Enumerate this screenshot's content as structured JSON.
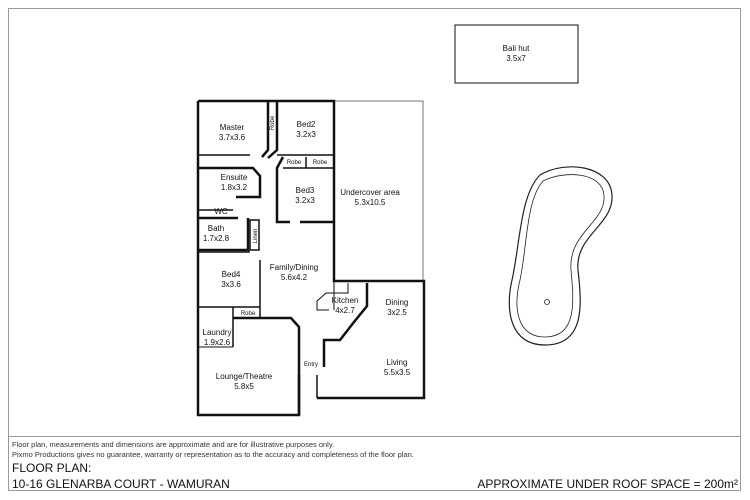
{
  "rooms": {
    "bali_hut": {
      "name": "Bali hut",
      "size": "3.5x7"
    },
    "master": {
      "name": "Master",
      "size": "3.7x3.6"
    },
    "robe_master": "Robe",
    "bed2": {
      "name": "Bed2",
      "size": "3.2x3"
    },
    "robe_a": "Robe",
    "robe_b": "Robe",
    "bed3": {
      "name": "Bed3",
      "size": "3.2x3"
    },
    "undercover": {
      "name": "Undercover area",
      "size": "5.3x10.5"
    },
    "ensuite": {
      "name": "Ensuite",
      "size": "1.8x3.2"
    },
    "wc": "WC",
    "bath": {
      "name": "Bath",
      "size": "1.7x2.8"
    },
    "linen": "Linen",
    "bed4": {
      "name": "Bed4",
      "size": "3x3.6"
    },
    "family": {
      "name": "Family/Dining",
      "size": "5.6x4.2"
    },
    "kitchen": {
      "name": "Kitchen",
      "size": "4x2.7"
    },
    "dining": {
      "name": "Dining",
      "size": "3x2.5"
    },
    "robe_bed4": "Robe",
    "laundry": {
      "name": "Laundry",
      "size": "1.9x2.6"
    },
    "living": {
      "name": "Living",
      "size": "5.5x3.5"
    },
    "lounge": {
      "name": "Lounge/Theatre",
      "size": "5.8x5"
    },
    "entry": "Entry"
  },
  "footer": {
    "disclaimer_1": "Floor plan, measurements and dimensions are approximate and are for illustrative purposes only.",
    "disclaimer_2": "Pixmo Productions gives no guarantee, warranty or representation as to the accuracy and completeness of the floor plan.",
    "title": "FLOOR PLAN:",
    "address": "10-16 GLENARBA COURT - WAMURAN",
    "area": "APPROXIMATE UNDER ROOF SPACE = 200m²"
  }
}
